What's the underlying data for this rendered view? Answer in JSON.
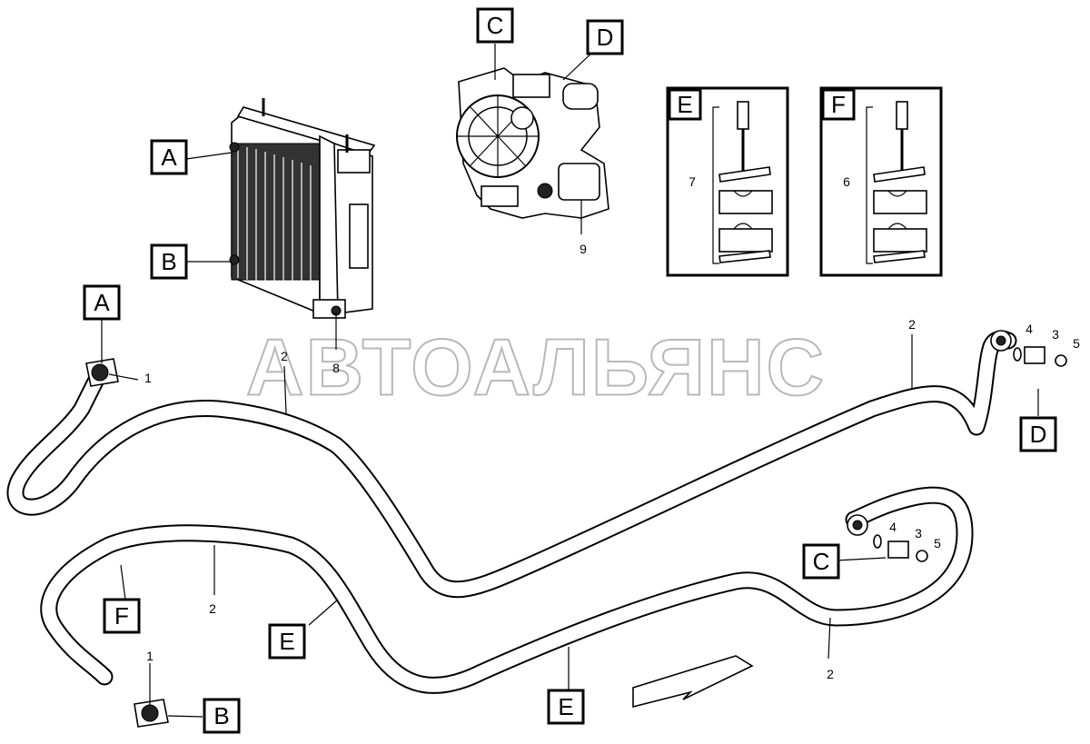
{
  "watermark": "АВТОАЛЬЯНС",
  "detail_labels": {
    "radiator_top": "A",
    "radiator_bottom": "B",
    "engine_left": "C",
    "engine_right": "D",
    "clamp_detail_7": "E",
    "clamp_detail_6": "F",
    "hose_top_end": "A",
    "hose_right_end": "D",
    "hose_bottom_end": "B",
    "hose_lower_clip": "F",
    "hose_mid_clip": "E",
    "hose_bottom_clip": "E",
    "fitting_lower": "C"
  },
  "part_numbers": {
    "clamp_top": "1",
    "clamp_bottom": "1",
    "hose_top_left": "2",
    "hose_top_right": "2",
    "hose_lower_left": "2",
    "hose_lower_right": "2",
    "union_upper": "3",
    "union_lower": "3",
    "washer_upper": "4",
    "washer_lower": "4",
    "ring_upper": "5",
    "ring_lower": "5",
    "clamp_set_f": "6",
    "clamp_set_e": "7",
    "radiator_fitting": "8",
    "engine": "9"
  }
}
